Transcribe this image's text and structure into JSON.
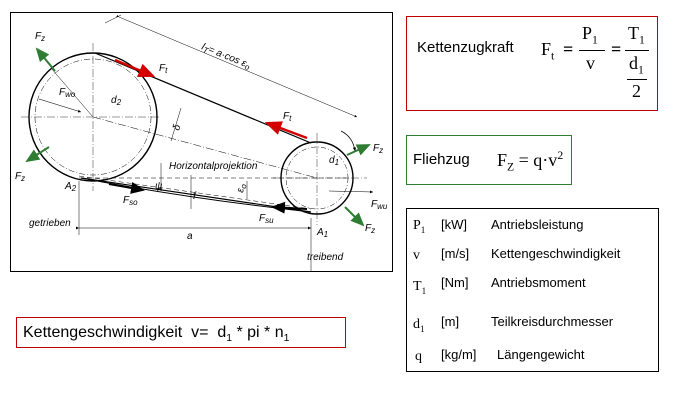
{
  "diagram": {
    "labels": {
      "fz_top_left": "F",
      "fz_top_left_sub": "z",
      "fz_bottom_left": "F",
      "fz_bottom_left_sub": "z",
      "fz_top_right": "F",
      "fz_top_right_sub": "z",
      "fz_bottom_right": "F",
      "fz_bottom_right_sub": "z",
      "ft_left": "F",
      "ft_left_sub": "t",
      "ft_right": "F",
      "ft_right_sub": "t",
      "fwo": "F",
      "fwo_sub": "wo",
      "fwu": "F",
      "fwu_sub": "wu",
      "fso": "F",
      "fso_sub": "so",
      "fsu": "F",
      "fsu_sub": "su",
      "d2": "d",
      "d2_sub": "2",
      "d1": "d",
      "d1_sub": "1",
      "lt": "l",
      "lt_sub": "T",
      "lt_formula": "= a·cos ε",
      "lt_formula_sub": "o",
      "delta": "δ",
      "psi": "ψ",
      "f": "f",
      "epsilon": "ε",
      "epsilon_sub": "o",
      "horizontal": "Horizontalprojektion",
      "a2": "A",
      "a2_sub": "2",
      "a1": "A",
      "a1_sub": "1",
      "a": "a",
      "getrieben": "getrieben",
      "treibend": "treibend"
    },
    "colors": {
      "force_green": "#2e7d32",
      "force_red": "#d40000",
      "line": "#000000"
    }
  },
  "kettenzugkraft": {
    "title": "Kettenzugkraft",
    "lhs": "F",
    "lhs_sub": "t",
    "eq1": "=",
    "num1": "P",
    "num1_sub": "1",
    "den1": "v",
    "eq2": "=",
    "num2": "T",
    "num2_sub": "1",
    "den2_top": "d",
    "den2_top_sub": "1",
    "den2_bottom": "2"
  },
  "fliehzug": {
    "title": "Fliehzug",
    "lhs": "F",
    "lhs_sub": "Z",
    "rhs": "= q·v",
    "rhs_sup": "2"
  },
  "legend": {
    "rows": [
      {
        "symbol": "P",
        "symbol_sub": "1",
        "unit": "[kW]",
        "desc": "Antriebsleistung"
      },
      {
        "symbol": "v",
        "symbol_sub": "",
        "unit": "[m/s]",
        "desc": "Kettengeschwindigkeit"
      },
      {
        "symbol": "T",
        "symbol_sub": "1",
        "unit": "[Nm]",
        "desc": "Antriebsmoment"
      },
      {
        "symbol": "d",
        "symbol_sub": "1",
        "unit": "[m]",
        "desc": "Teilkreisdurchmesser"
      },
      {
        "symbol": "q",
        "symbol_sub": "",
        "unit": "[kg/m]",
        "desc": "Längengewicht"
      }
    ]
  },
  "geschwindigkeit": {
    "label": "Kettengeschwindigkeit",
    "v": "v=",
    "d": "d",
    "d_sub": "1",
    "times1": "* pi *",
    "n": "n",
    "n_sub": "1"
  }
}
